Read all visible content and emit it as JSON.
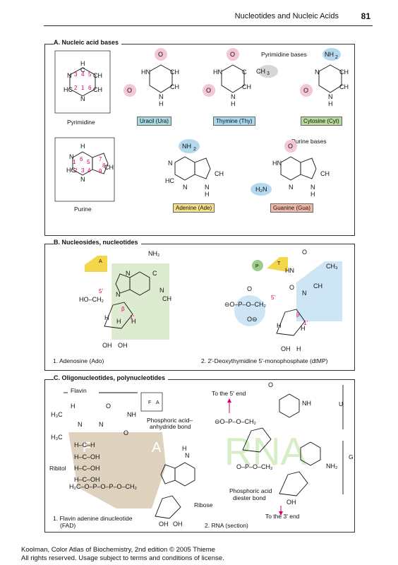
{
  "header": {
    "title": "Nucleotides and Nucleic Acids",
    "page_number": "81"
  },
  "sections": {
    "a": {
      "title": "A. Nucleic acid bases",
      "pyrimidine_caption": "Pyrimidine",
      "purine_caption": "Purine",
      "pyrimidine_bases_label": "Pyrimidine bases",
      "purine_bases_label": "Purine bases",
      "bases": [
        {
          "name": "Uracil (Ura)",
          "color": "#a8d8e0"
        },
        {
          "name": "Thymine (Thy)",
          "color": "#a8d8ec"
        },
        {
          "name": "Cytosine (Cyt)",
          "color": "#b7d99a"
        },
        {
          "name": "Adenine (Ade)",
          "color": "#f5e08a"
        },
        {
          "name": "Guanine (Gua)",
          "color": "#f0b8a8"
        }
      ]
    },
    "b": {
      "title": "B. Nucleosides, nucleotides",
      "caption1": "1. Adenosine (Ado)",
      "caption2": "2. 2'-Deoxythymidine 5'-monophosphate (dtMP)"
    },
    "c": {
      "title": "C. Oligonucleotides, polynucleotides",
      "flavin": "Flavin",
      "phosphoric_anhydride": "Phosphoric acid–\nanhydride bond",
      "ribitol": "Ribitol",
      "ribose": "Ribose",
      "fad_caption1": "1. Flavin adenine dinucleotide",
      "fad_caption2": "(FAD)",
      "rna_caption": "2. RNA (section)",
      "to_5_end": "To the 5' end",
      "to_3_end": "To the 3' end",
      "diester1": "Phosphoric acid",
      "diester2": "diester bond",
      "u_label": "U",
      "g_label": "G",
      "f_letter": "F",
      "a_letter": "A",
      "rna_watermark": "RNA"
    }
  },
  "footer": {
    "line1": "Koolman, Color Atlas of Biochemistry, 2nd edition © 2005 Thieme",
    "line2": "All rights reserved. Usage subject to terms and conditions of license."
  }
}
